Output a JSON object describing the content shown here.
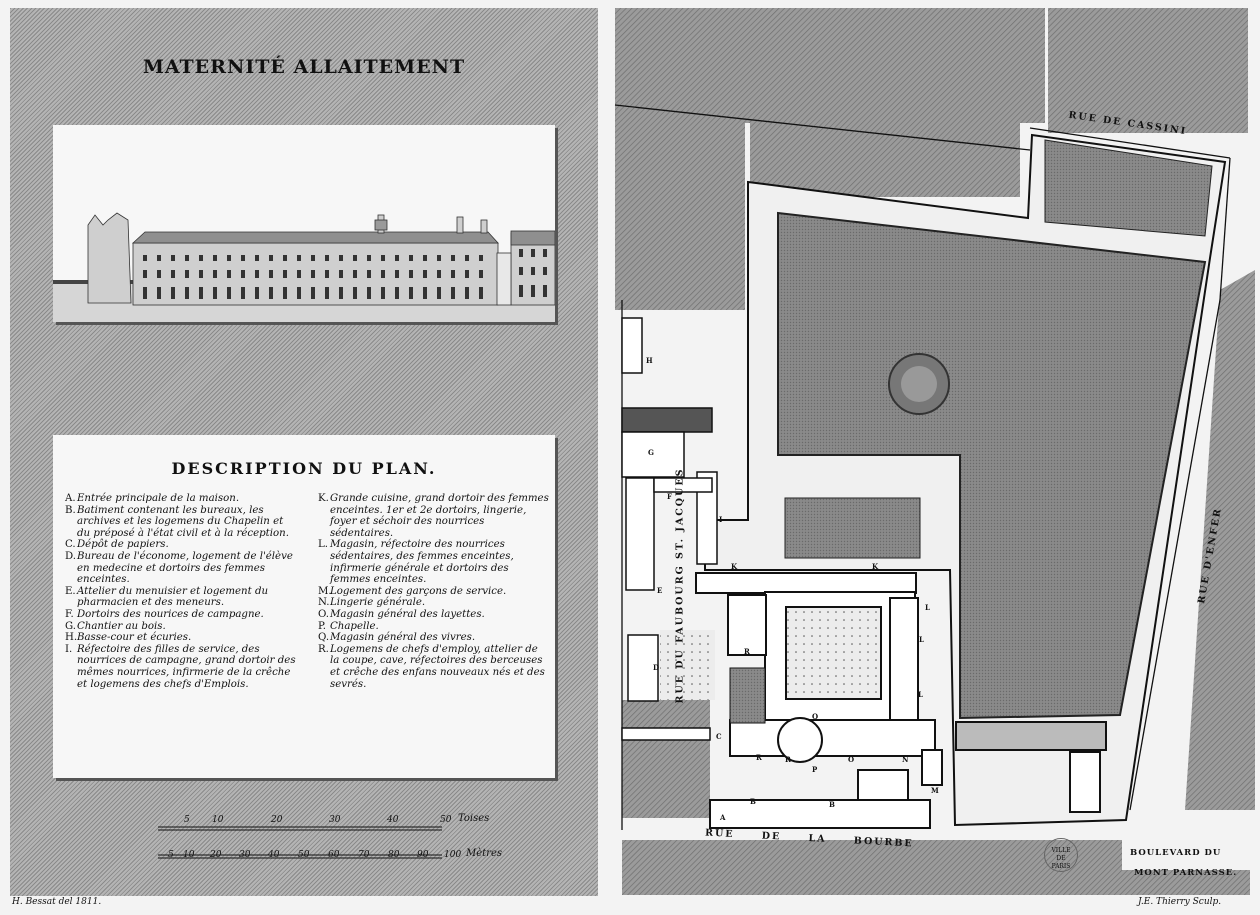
{
  "title": "MATERNITÉ ALLAITEMENT",
  "description_title": "DESCRIPTION DU PLAN.",
  "legend_left": [
    {
      "key": "A.",
      "text": "Entrée principale de la maison."
    },
    {
      "key": "B.",
      "text": "Batiment contenant les bureaux, les archives et les logemens du Chapelin et du préposé à l'état civil et à la réception."
    },
    {
      "key": "C.",
      "text": "Dépôt de papiers."
    },
    {
      "key": "D.",
      "text": "Bureau de l'économe, logement de l'élève en medecine et dortoirs des femmes enceintes."
    },
    {
      "key": "E.",
      "text": "Attelier du menuisier et logement du pharmacien et des meneurs."
    },
    {
      "key": "F.",
      "text": "Dortoirs des nourices de campagne."
    },
    {
      "key": "G.",
      "text": "Chantier au bois."
    },
    {
      "key": "H.",
      "text": "Basse-cour et écuries."
    },
    {
      "key": "I.",
      "text": "Réfectoire des filles de service, des nourrices de campagne, grand dortoir des mêmes nourrices, infirmerie de la crêche et logemens des chefs d'Emplois."
    }
  ],
  "legend_right": [
    {
      "key": "K.",
      "text": "Grande cuisine, grand dortoir des femmes enceintes. 1er et 2e dortoirs, lingerie, foyer et séchoir des nourrices sédentaires."
    },
    {
      "key": "L.",
      "text": "Magasin, réfectoire des nourrices sédentaires, des femmes enceintes, infirmerie générale et dortoirs des femmes enceintes."
    },
    {
      "key": "M.",
      "text": "Logement des garçons de service."
    },
    {
      "key": "N.",
      "text": "Lingerie générale."
    },
    {
      "key": "O.",
      "text": "Magasin général des layettes."
    },
    {
      "key": "P.",
      "text": "Chapelle."
    },
    {
      "key": "Q.",
      "text": "Magasin général des vivres."
    },
    {
      "key": "R.",
      "text": "Logemens de chefs d'employ, attelier de la coupe, cave, réfectoires des berceuses et crêche des enfans nouveaux nés et des sevrés."
    }
  ],
  "scale": {
    "toises_ticks": [
      "5",
      "10",
      "20",
      "30",
      "40",
      "50"
    ],
    "toises_label": "Toises",
    "metres_ticks": [
      "5",
      "10",
      "20",
      "30",
      "40",
      "50",
      "60",
      "70",
      "80",
      "90",
      "100"
    ],
    "metres_label": "Mètres"
  },
  "credits": {
    "left": "H. Bessat del 1811.",
    "right": "J.E. Thierry Sculp."
  },
  "streets": {
    "cassini": "RUE DE CASSINI",
    "faubourg": "RUE DU FAUBOURG ST. JACQUES",
    "enfer": "RUE D'ENFER",
    "bourbe": "RUE DE LA BOURBE",
    "boulevard_1": "BOULEVARD DU",
    "boulevard_2": "MONT PARNASSE."
  },
  "stamp": {
    "line1": "VILLE",
    "line2": "DE",
    "line3": "PARIS"
  },
  "plan_letters": [
    "H",
    "G",
    "F",
    "I",
    "E",
    "K",
    "K",
    "L",
    "L",
    "L",
    "D",
    "C",
    "B",
    "B",
    "A",
    "R",
    "R",
    "R",
    "Q",
    "P",
    "O",
    "N",
    "M"
  ],
  "colors": {
    "paper": "#f3f3f3",
    "hatch": "#8a8a8a",
    "ink": "#111111"
  }
}
